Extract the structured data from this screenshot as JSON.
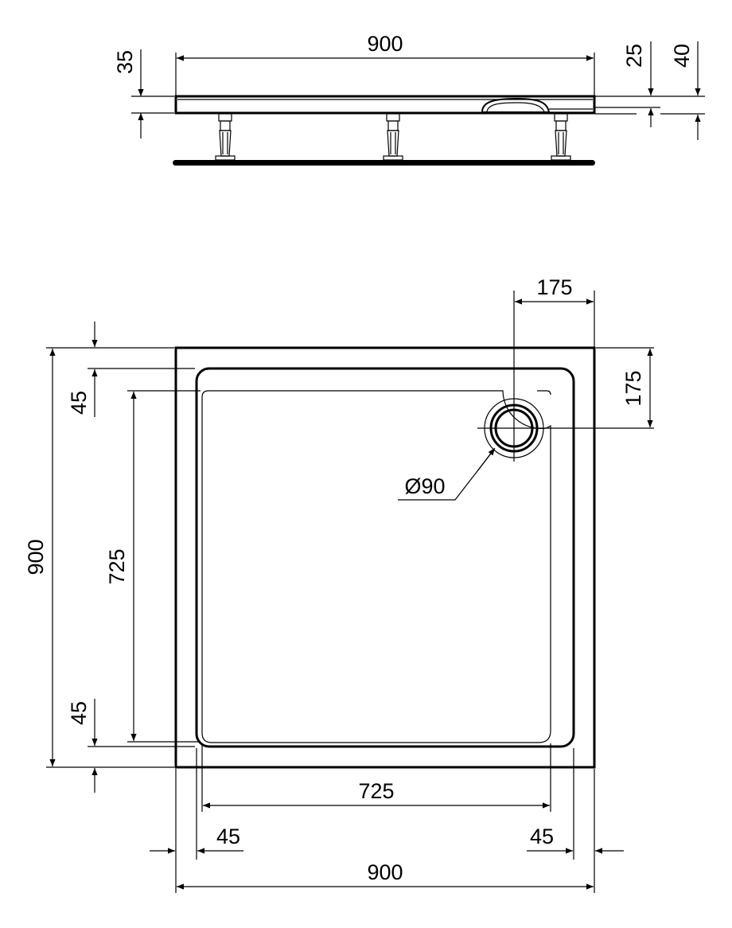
{
  "side_view": {
    "width_label": "900",
    "height_left_label": "35",
    "height_right_label_a": "25",
    "height_right_label_b": "40"
  },
  "top_view": {
    "width_label": "900",
    "height_label": "900",
    "inner_width_label": "725",
    "inner_height_label": "725",
    "left_rim_label": "45",
    "right_rim_label": "45",
    "top_rim_label": "45",
    "bottom_rim_label": "45",
    "drain_offset_x_label": "175",
    "drain_offset_y_label": "175",
    "drain_diameter_label": "Ø90"
  }
}
